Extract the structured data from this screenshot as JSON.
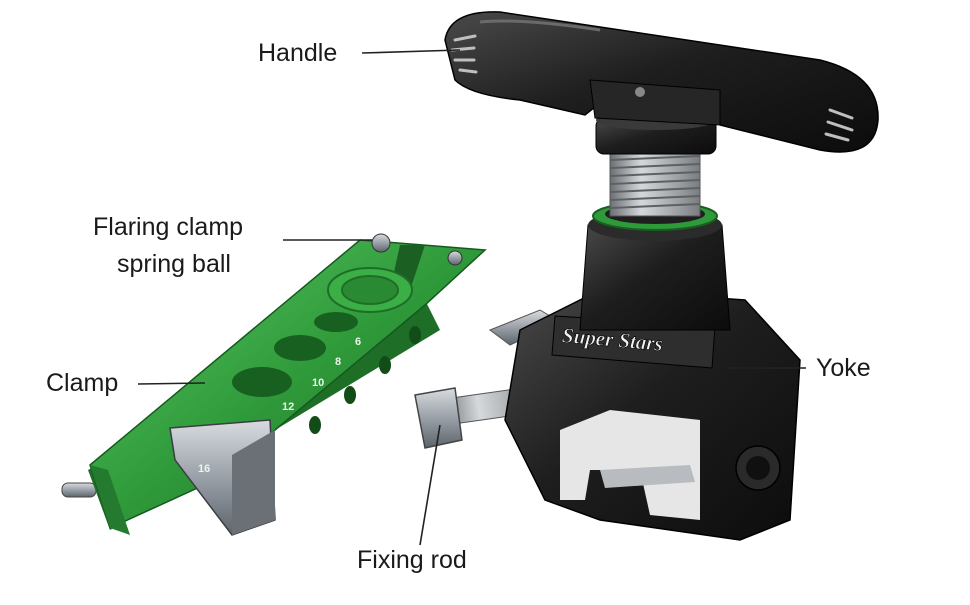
{
  "labels": {
    "handle": "Handle",
    "spring_ball_line1": "Flaring clamp",
    "spring_ball_line2": "spring ball",
    "clamp": "Clamp",
    "yoke": "Yoke",
    "fixing_rod": "Fixing rod"
  },
  "brand": "Super Stars",
  "clamp_markings": [
    "6",
    "8",
    "10",
    "12",
    "16"
  ],
  "colors": {
    "clamp_green": "#2f9a3a",
    "clamp_green_dark": "#1f6f28",
    "clamp_green_light": "#55c05e",
    "yoke_black": "#1c1c1c",
    "metal_gray": "#9aa0a8",
    "leader_line": "#222222"
  }
}
